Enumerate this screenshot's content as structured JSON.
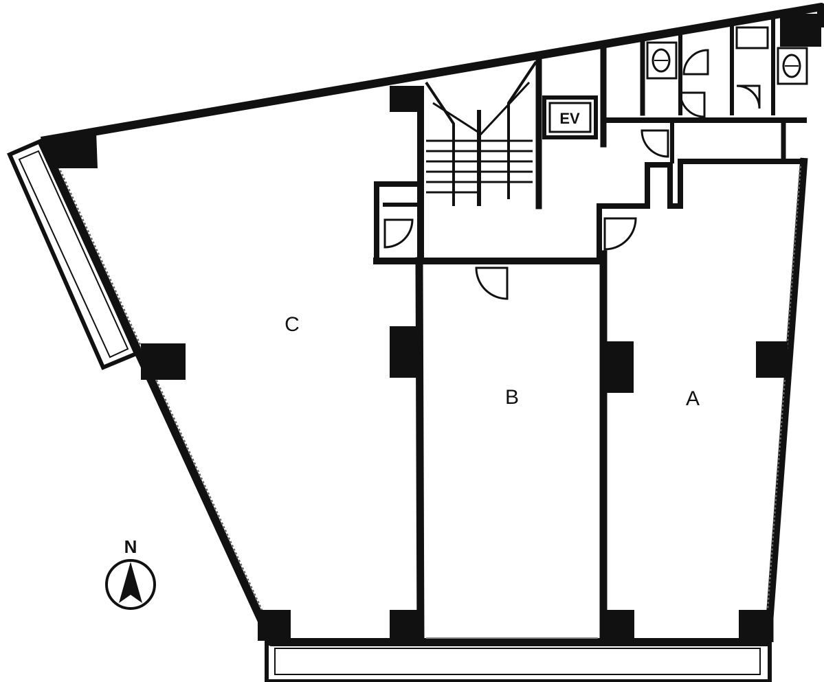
{
  "floor_plan": {
    "rooms": [
      {
        "id": "A",
        "label": "A"
      },
      {
        "id": "B",
        "label": "B"
      },
      {
        "id": "C",
        "label": "C"
      }
    ],
    "elevator": {
      "label": "EV"
    },
    "compass": {
      "label": "N"
    }
  }
}
